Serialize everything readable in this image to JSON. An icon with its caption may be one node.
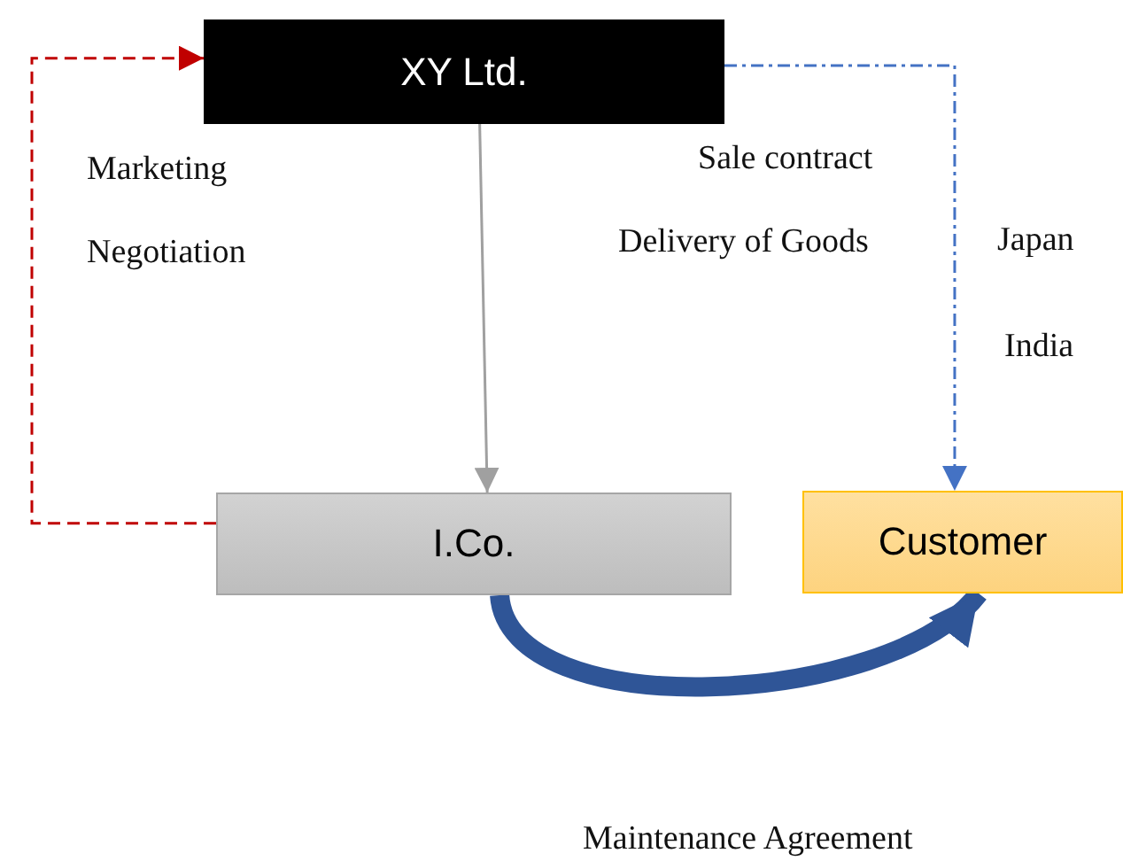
{
  "diagram": {
    "nodes": [
      {
        "text": [
          "XY Ltd."
        ]
      },
      {
        "text": [
          "I.Co."
        ]
      },
      {
        "text": [
          "Customer"
        ]
      }
    ],
    "edges": [
      {
        "from": 1,
        "to": 0,
        "arrow": "to",
        "style": "dashed",
        "color": "#c00000"
      },
      {
        "from": 0,
        "to": 1,
        "arrow": "to",
        "color": "#a0a0a0"
      },
      {
        "from": 0,
        "to": 2,
        "arrow": "to",
        "style": "dashed",
        "color": "#4472c4"
      },
      {
        "from": 1,
        "to": 2,
        "arrow": "to",
        "style": "thick",
        "color": "#2f5597"
      }
    ],
    "labels": [
      "Marketing",
      "Negotiation",
      "Sale contract",
      "Delivery of Goods",
      "Japan",
      "India",
      "Maintenance Agreement"
    ]
  }
}
